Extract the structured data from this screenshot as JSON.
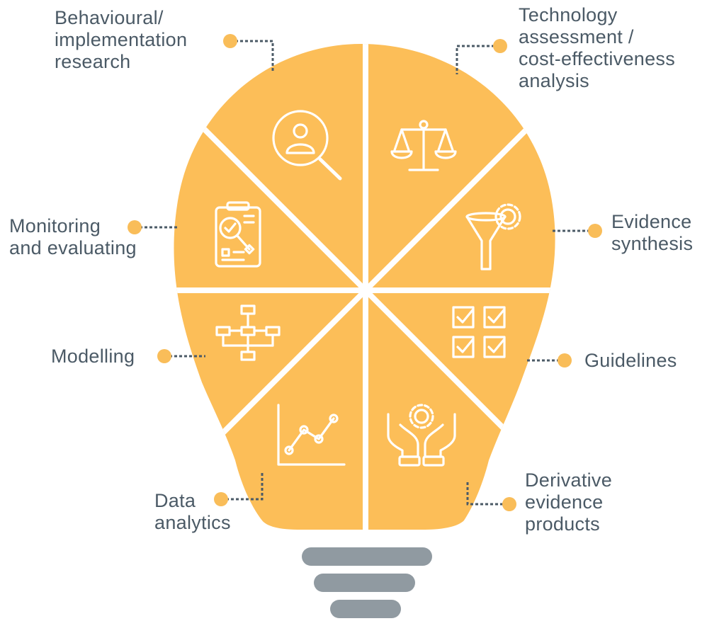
{
  "colors": {
    "bulb": "#fcbe58",
    "divider": "#ffffff",
    "base": "#909aa1",
    "dot": "#f9bd59",
    "connector": "#4b5a66",
    "text": "#4b5a66"
  },
  "segments": [
    {
      "id": "behavioural",
      "icon": "magnifier-person-icon",
      "lines": [
        "Behavioural/",
        "implementation",
        "research"
      ]
    },
    {
      "id": "technology",
      "icon": "scales-icon",
      "lines": [
        "Technology",
        "assessment /",
        "cost-effectiveness",
        "analysis"
      ]
    },
    {
      "id": "monitoring",
      "icon": "clipboard-check-icon",
      "lines": [
        "Monitoring",
        "and evaluating"
      ]
    },
    {
      "id": "synthesis",
      "icon": "funnel-gear-icon",
      "lines": [
        "Evidence",
        "synthesis"
      ]
    },
    {
      "id": "modelling",
      "icon": "flowchart-icon",
      "lines": [
        "Modelling"
      ]
    },
    {
      "id": "guidelines",
      "icon": "checkbox-grid-icon",
      "lines": [
        "Guidelines"
      ]
    },
    {
      "id": "analytics",
      "icon": "line-chart-icon",
      "lines": [
        "Data",
        "analytics"
      ]
    },
    {
      "id": "derivative",
      "icon": "hands-gear-icon",
      "lines": [
        "Derivative",
        "evidence",
        "products"
      ]
    }
  ]
}
